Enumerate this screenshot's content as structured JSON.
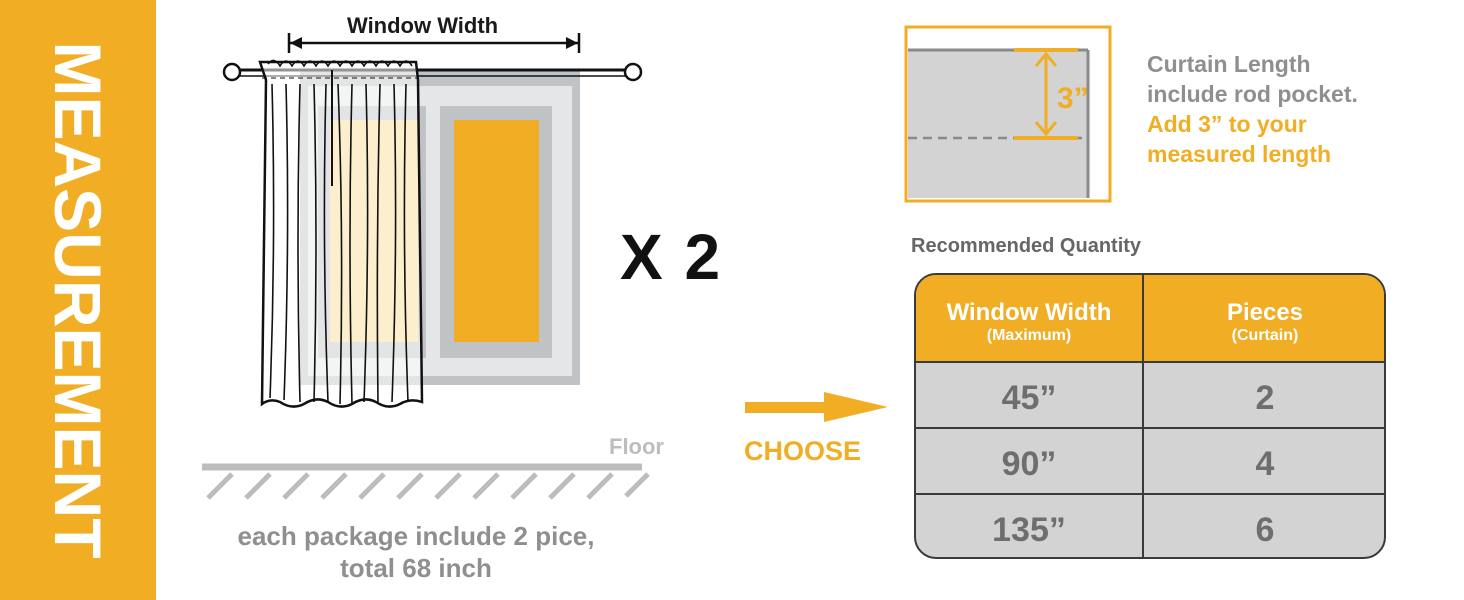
{
  "sidebar": {
    "title": "MEASUREMENT"
  },
  "diagram": {
    "window_width_label": "Window Width",
    "multiplier": "X 2",
    "floor_label": "Floor",
    "package_line1": "each package include 2 pice,",
    "package_line2": "total 68 inch"
  },
  "choose_label": "CHOOSE",
  "rod_pocket": {
    "pocket_size": "3”",
    "note_line1": "Curtain Length",
    "note_line2": "include rod pocket.",
    "note_line3": "Add 3” to your",
    "note_line4": "measured length"
  },
  "quantity_table": {
    "title": "Recommended Quantity",
    "headers": [
      {
        "main": "Window Width",
        "sub": "(Maximum)"
      },
      {
        "main": "Pieces",
        "sub": "(Curtain)"
      }
    ],
    "rows": [
      {
        "width": "45”",
        "pieces": "2"
      },
      {
        "width": "90”",
        "pieces": "4"
      },
      {
        "width": "135”",
        "pieces": "6"
      }
    ]
  },
  "colors": {
    "accent": "#f1ae25",
    "gray_text": "#8f8f8f",
    "table_fill": "#d3d3d3",
    "dark": "#1a1a1a"
  }
}
